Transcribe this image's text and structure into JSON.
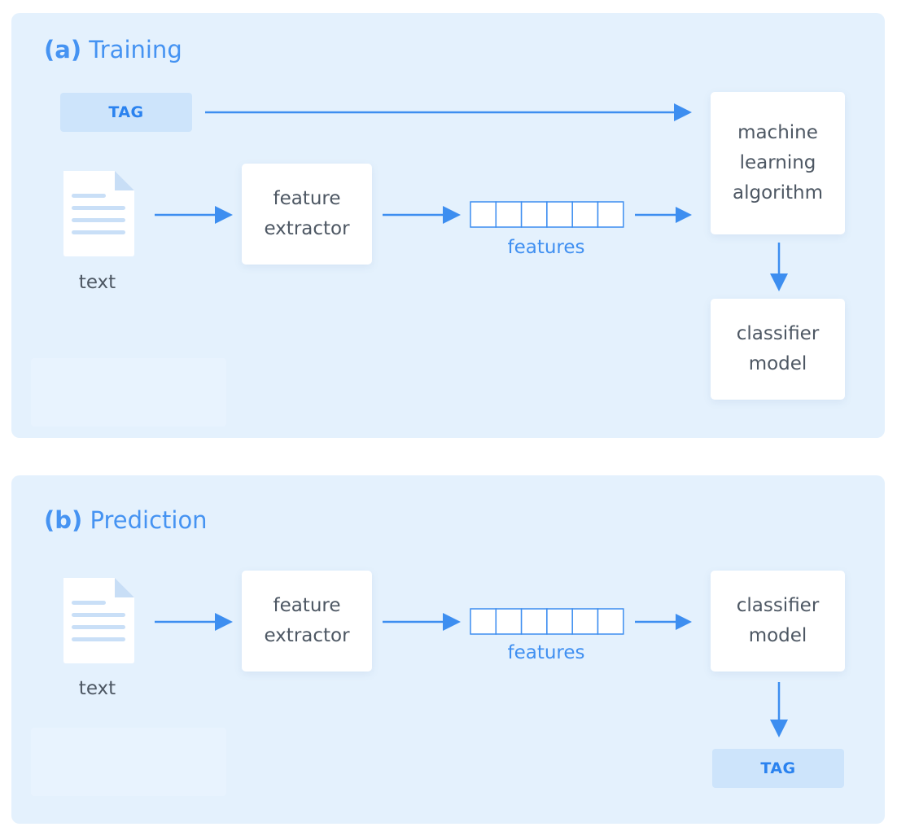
{
  "training": {
    "prefix": "(a)",
    "title": "Training",
    "tag": "TAG",
    "text_label": "text",
    "feature_extractor": "feature\nextractor",
    "features_label": "features",
    "ml_algorithm": "machine\nlearning\nalgorithm",
    "classifier_model": "classifier\nmodel"
  },
  "prediction": {
    "prefix": "(b)",
    "title": "Prediction",
    "tag": "TAG",
    "text_label": "text",
    "feature_extractor": "feature\nextractor",
    "features_label": "features",
    "classifier_model": "classifier\nmodel"
  },
  "colors": {
    "panel_bg": "#e4f1fd",
    "accent": "#3d8ef0",
    "tag_bg": "#cde4fb",
    "card_text": "#4d5763"
  },
  "feature_vector_cells": 6
}
